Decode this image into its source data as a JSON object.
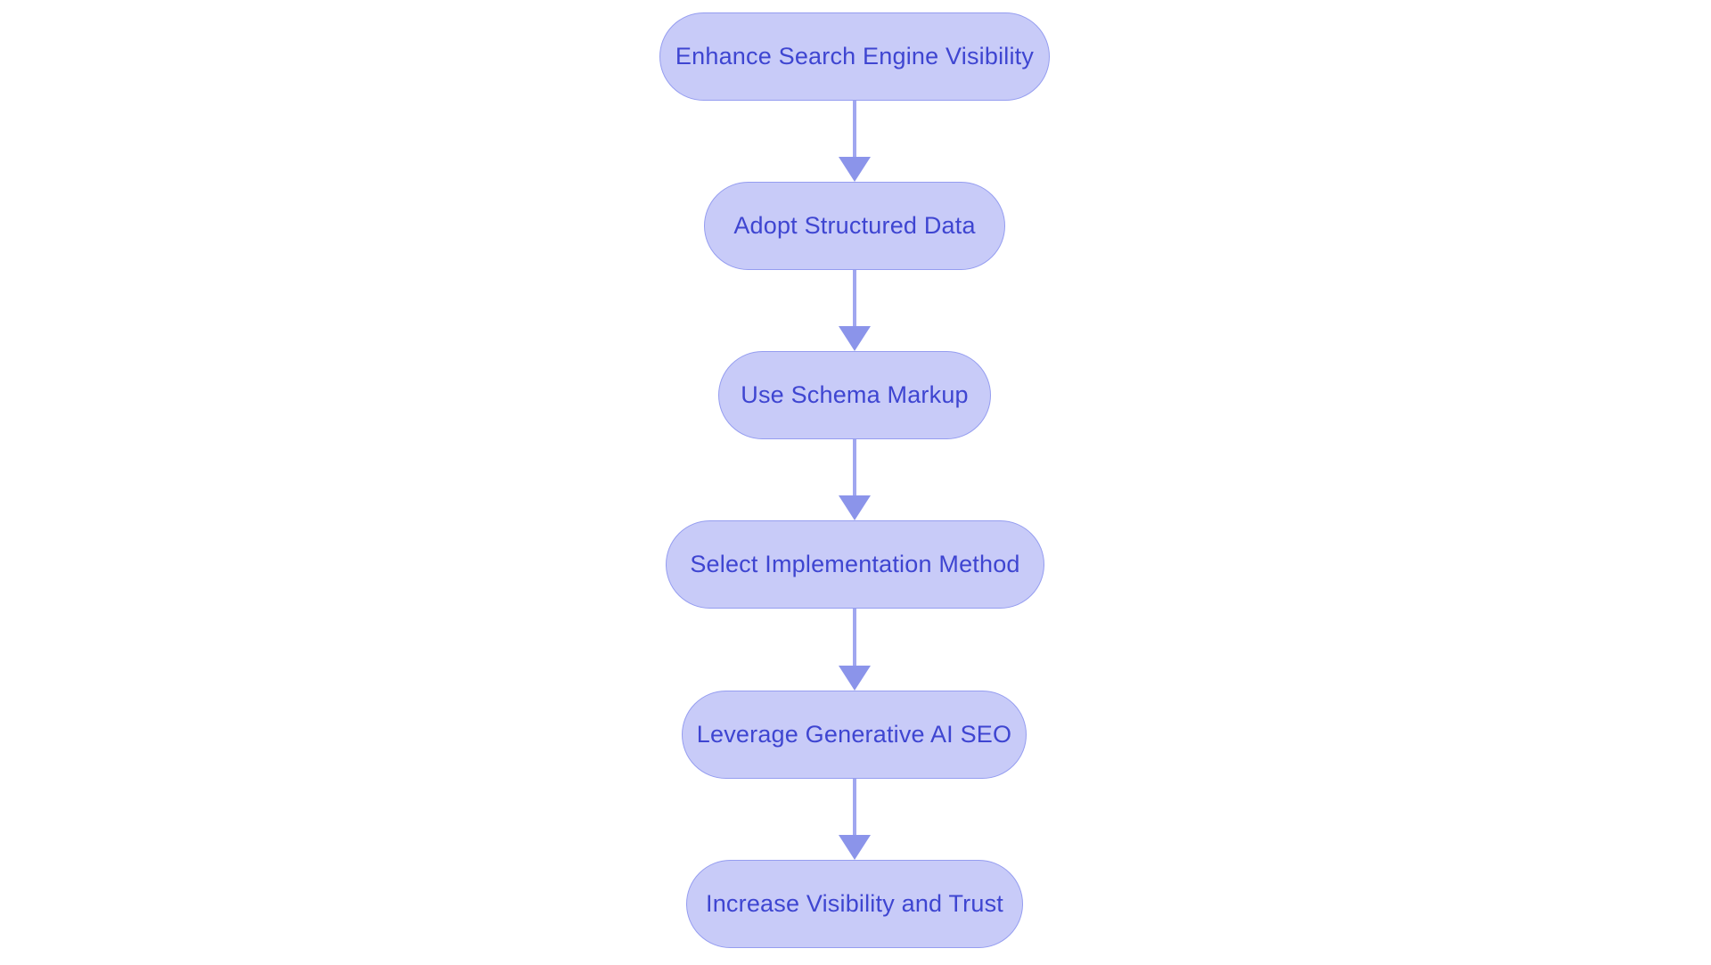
{
  "diagram": {
    "type": "flowchart",
    "direction": "top-down",
    "nodes": [
      {
        "id": "n1",
        "label": "Enhance Search Engine Visibility"
      },
      {
        "id": "n2",
        "label": "Adopt Structured Data"
      },
      {
        "id": "n3",
        "label": "Use Schema Markup"
      },
      {
        "id": "n4",
        "label": "Select Implementation Method"
      },
      {
        "id": "n5",
        "label": "Leverage Generative AI SEO"
      },
      {
        "id": "n6",
        "label": "Increase Visibility and Trust"
      }
    ],
    "edges": [
      {
        "from": "n1",
        "to": "n2"
      },
      {
        "from": "n2",
        "to": "n3"
      },
      {
        "from": "n3",
        "to": "n4"
      },
      {
        "from": "n4",
        "to": "n5"
      },
      {
        "from": "n5",
        "to": "n6"
      }
    ],
    "colors": {
      "background": "#ffffff",
      "node_fill": "#c8cbf8",
      "node_border": "#959df0",
      "node_text": "#3e45d1",
      "arrow_line": "#a0a7f0",
      "arrow_head": "#8b94ea"
    }
  }
}
